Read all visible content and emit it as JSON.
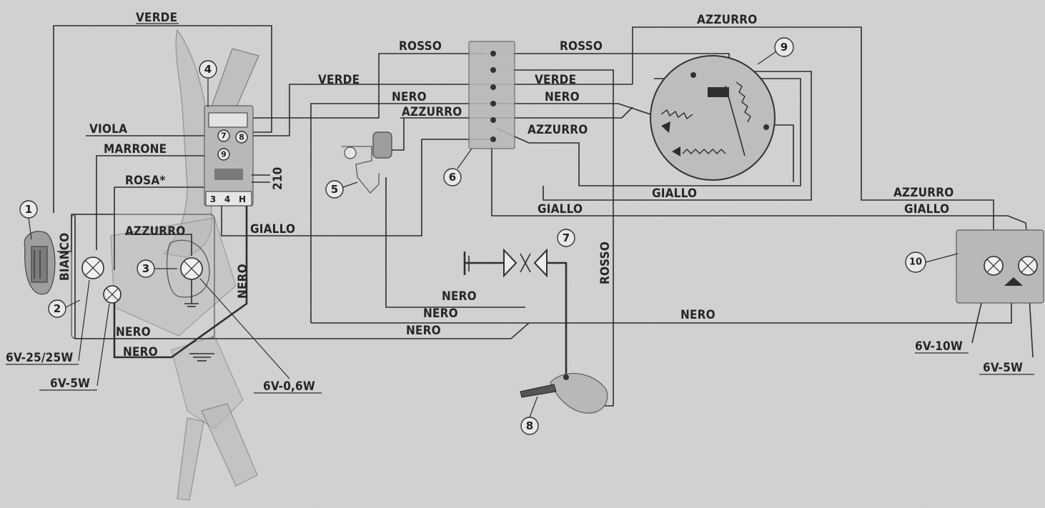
{
  "wire_labels": {
    "verde_top": "VERDE",
    "verde_mid": "VERDE",
    "verde_right": "VERDE",
    "viola": "VIOLA",
    "marrone": "MARRONE",
    "rosa": "ROSA*",
    "azzurro_left": "AZZURRO",
    "giallo_left": "GIALLO",
    "bianco": "BIANCO",
    "nero_vertical": "NERO",
    "nero_1": "NERO",
    "nero_2": "NERO",
    "rosso_1": "ROSSO",
    "rosso_2": "ROSSO",
    "nero_top": "NERO",
    "nero_top_right": "NERO",
    "azzurro_mid": "AZZURRO",
    "azzurro_mid_right": "AZZURRO",
    "azzurro_top": "AZZURRO",
    "giallo_mid": "GIALLO",
    "giallo_center": "GIALLO",
    "azzurro_right": "AZZURRO",
    "giallo_right": "GIALLO",
    "rosso_vertical": "ROSSO",
    "nero_a": "NERO",
    "nero_b": "NERO",
    "nero_c": "NERO",
    "nero_long": "NERO",
    "code_210": "210"
  },
  "ratings": {
    "headlamp": "6V-25/25W",
    "parking": "6V-5W",
    "speedo_lamp": "6V-0,6W",
    "stop_lamp": "6V-10W",
    "tail_lamp": "6V-5W"
  },
  "refs": [
    "1",
    "2",
    "3",
    "4",
    "5",
    "6",
    "7",
    "8",
    "9",
    "10"
  ],
  "switch_terminals": [
    "7",
    "8",
    "9",
    "3",
    "4",
    "H"
  ],
  "colors": {
    "paper": "#d3d3d1",
    "ink": "#2e2e2e"
  }
}
